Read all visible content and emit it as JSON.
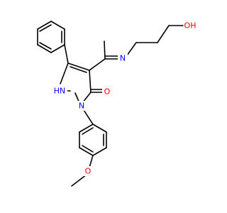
{
  "molecule": {
    "colors": {
      "bond": "#000000",
      "oxygen": "#ff0000",
      "nitrogen": "#0000ff",
      "background": "#ffffff"
    },
    "labels": {
      "hydroxyl": "OH",
      "imine_n": "N",
      "ring_nh": "HN",
      "ring_n": "N",
      "carbonyl_o": "O",
      "methoxy_o": "O"
    }
  }
}
